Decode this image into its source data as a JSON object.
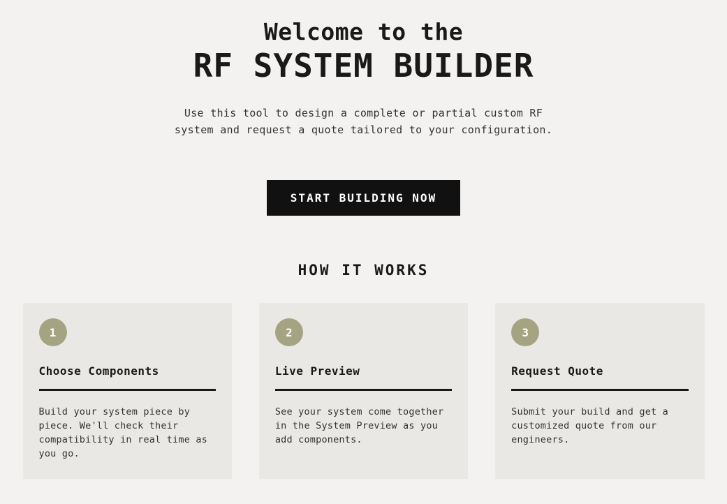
{
  "hero": {
    "title_line1": "Welcome to the",
    "title_line2": "RF SYSTEM BUILDER",
    "subtitle": "Use this tool to design a complete or partial custom RF system and request a quote tailored to your configuration.",
    "cta_label": "START BUILDING NOW"
  },
  "how_it_works": {
    "heading": "HOW IT WORKS",
    "steps": [
      {
        "number": "1",
        "title": "Choose Components",
        "description": "Build your system piece by piece. We'll check their compatibility in real time as you go."
      },
      {
        "number": "2",
        "title": "Live Preview",
        "description": "See your system come together in the System Preview as you add components."
      },
      {
        "number": "3",
        "title": "Request Quote",
        "description": "Submit your build and get a customized quote from our engineers."
      }
    ]
  },
  "colors": {
    "page_bg": "#f3f2f0",
    "card_bg": "#e9e8e5",
    "badge_bg": "#a5a482",
    "badge_text": "#ffffff",
    "button_bg": "#111111",
    "button_text": "#ffffff",
    "text": "#191919",
    "subtext": "#333333"
  }
}
